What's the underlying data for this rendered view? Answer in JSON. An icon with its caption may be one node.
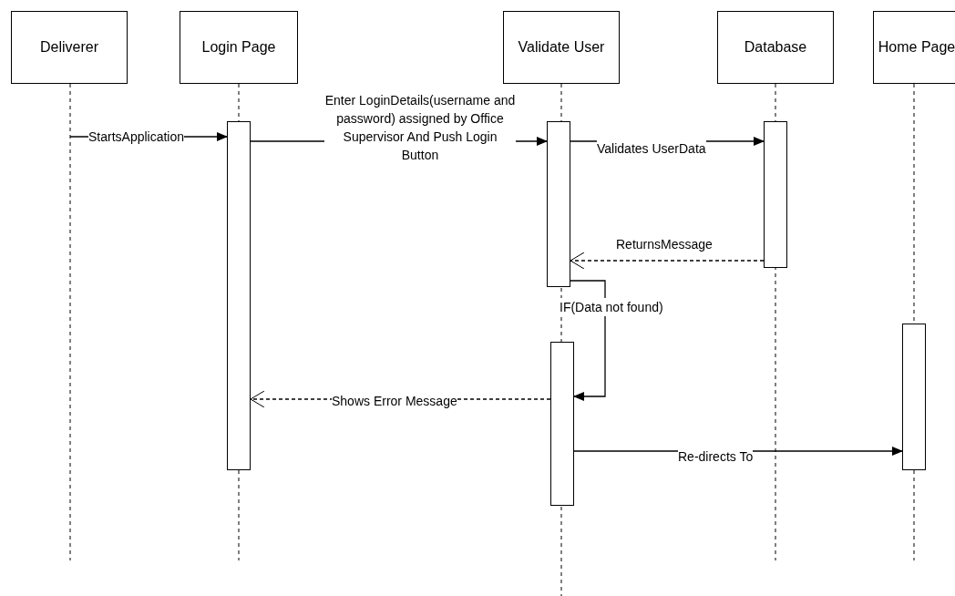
{
  "diagram": {
    "nodes": [
      {
        "text": [
          "Deliverer"
        ]
      },
      {
        "text": [
          "Login Page"
        ]
      },
      {
        "text": [
          "Validate User"
        ]
      },
      {
        "text": [
          "Database"
        ]
      },
      {
        "text": [
          "Home Page"
        ]
      },
      {
        "text": [],
        "shape": "bar"
      },
      {
        "text": [],
        "shape": "bar"
      },
      {
        "text": [],
        "shape": "bar"
      },
      {
        "text": [],
        "shape": "bar"
      },
      {
        "text": [],
        "shape": "bar"
      }
    ],
    "edges": [
      {
        "from": 0,
        "to": 5,
        "arrow": "to",
        "label": "StartsApplication"
      },
      {
        "from": 5,
        "to": 6,
        "arrow": "to",
        "label": "Enter LoginDetails(username and password)  assigned by Office Supervisor And Push Login Button"
      },
      {
        "from": 6,
        "to": 7,
        "arrow": "to",
        "label": "Validates UserData"
      },
      {
        "from": 7,
        "to": 6,
        "arrow": "to",
        "label": "ReturnsMessage",
        "style": "dashed"
      },
      {
        "from": 6,
        "to": 8,
        "arrow": "to",
        "label": "IF(Data not found)"
      },
      {
        "from": 8,
        "to": 5,
        "arrow": "to",
        "label": "Shows Error Message",
        "style": "dashed"
      },
      {
        "from": 8,
        "to": 9,
        "arrow": "to",
        "label": "Re-directs To"
      }
    ]
  }
}
